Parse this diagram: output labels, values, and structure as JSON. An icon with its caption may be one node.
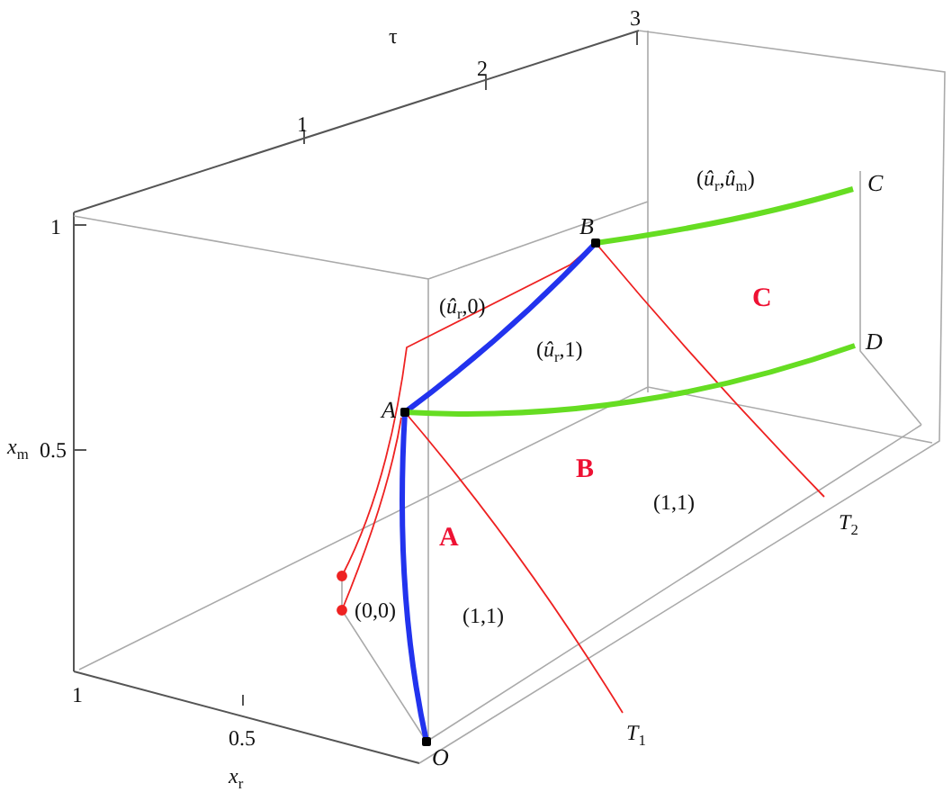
{
  "diagram": {
    "nodes": [
      {
        "text": [
          "O"
        ]
      },
      {
        "text": [
          "A"
        ]
      },
      {
        "text": [
          "B"
        ]
      },
      {
        "text": [
          "C"
        ]
      },
      {
        "text": [
          "D"
        ]
      }
    ],
    "edges": [
      {
        "from": 0,
        "to": 1,
        "arrow": "none",
        "color": "#2233ee"
      },
      {
        "from": 1,
        "to": 2,
        "arrow": "none",
        "color": "#2233ee"
      },
      {
        "from": 2,
        "to": 3,
        "arrow": "none",
        "color": "#66dd22"
      },
      {
        "from": 1,
        "to": 4,
        "arrow": "none",
        "color": "#66dd22"
      }
    ],
    "labels": [
      "τ",
      "1",
      "2",
      "3",
      "1",
      "0.5",
      "*x*$_{m}$",
      "1",
      "0.5",
      "*x*$_{r}$",
      "*T*$_{1}$",
      "*T*$_{2}$",
      "A",
      "B",
      "C",
      "(0,0)",
      "(1,1)",
      "(1,1)",
      "(*û*$_{r}$,0)",
      "(*û*$_{r}$,1)",
      "(*û*$_{r}$,*û*$_{m}$)"
    ]
  }
}
